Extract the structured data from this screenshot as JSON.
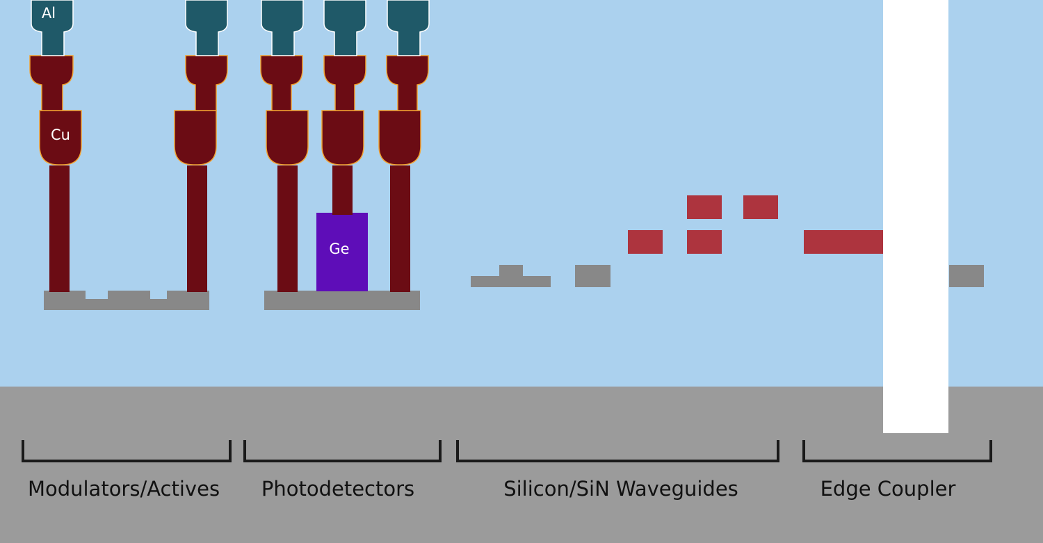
{
  "colors": {
    "oxide": "#abd1ee",
    "substrate": "#9b9b9b",
    "silicon": "#888888",
    "aluminum": "#1f5968",
    "aluminum_stroke": "#ffffff",
    "copper": "#6b0c14",
    "copper_stroke": "#f2a231",
    "germanium": "#5e0db8",
    "sin": "#ad343e",
    "trench": "#ffffff",
    "bracket": "#1a1a1a",
    "section_text": "#111111",
    "material_text": "#ffffff"
  },
  "material_labels": {
    "aluminum": "Al",
    "copper": "Cu",
    "germanium": "Ge"
  },
  "sections": [
    {
      "id": "modulators",
      "label": "Modulators/Actives"
    },
    {
      "id": "photodetectors",
      "label": "Photodetectors"
    },
    {
      "id": "waveguides",
      "label": "Silicon/SiN Waveguides"
    },
    {
      "id": "edge_coupler",
      "label": "Edge Coupler"
    }
  ]
}
